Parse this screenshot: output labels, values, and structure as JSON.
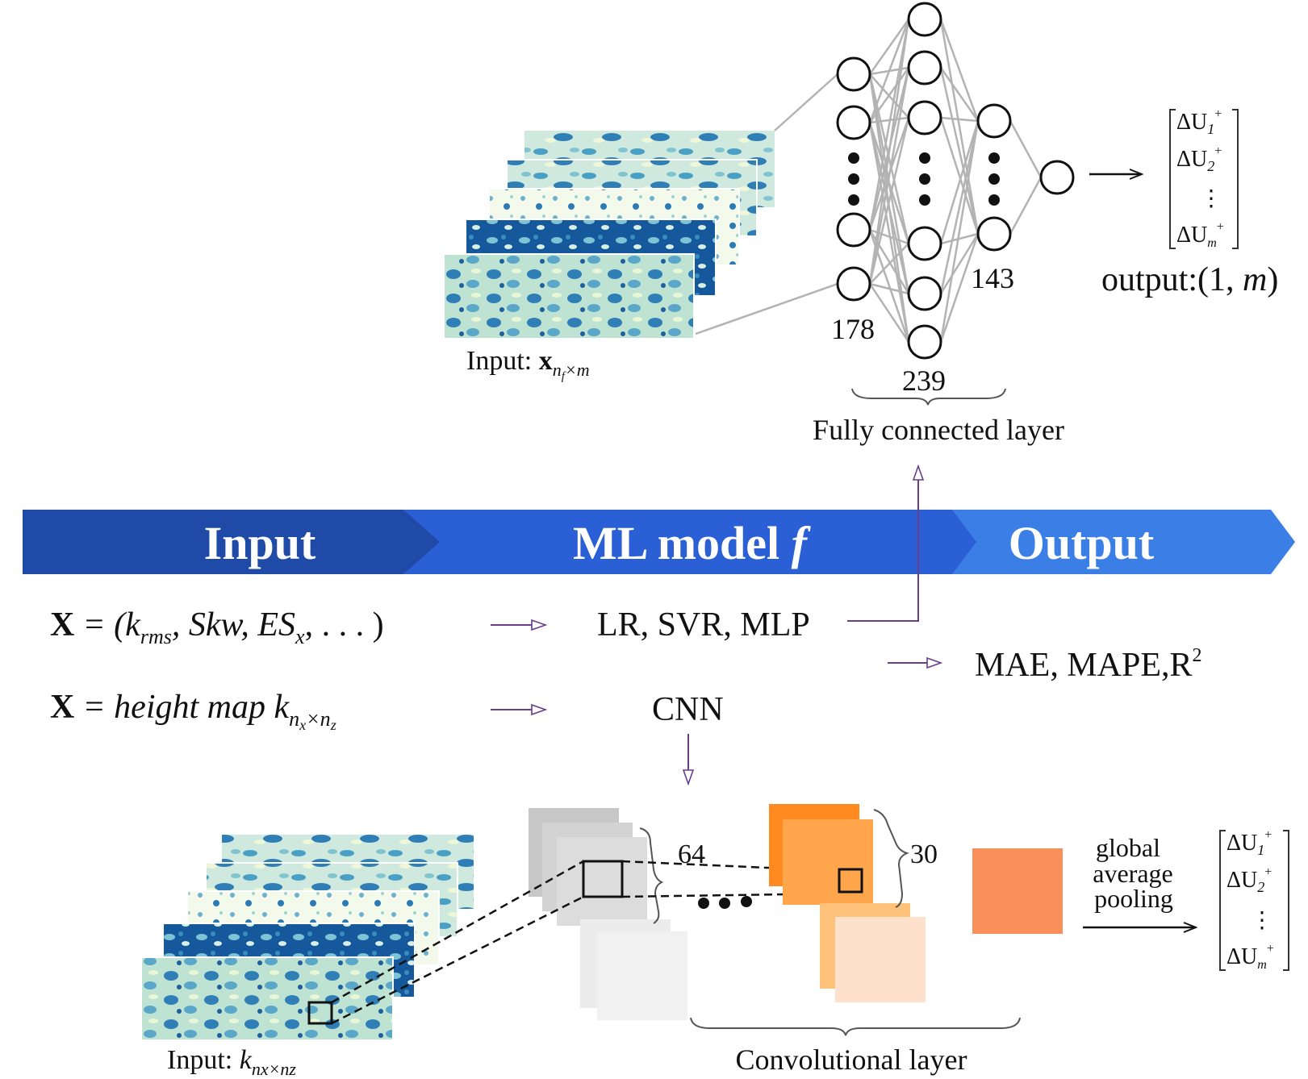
{
  "fc_section": {
    "input_label_prefix": "Input: ",
    "input_label_symbol": "x",
    "input_label_subscript": "n",
    "input_label_subscript2": "f",
    "input_label_subscript3": "×m",
    "layer_counts": [
      "178",
      "239",
      "143"
    ],
    "brace_label": "Fully connected layer",
    "output_vector": [
      "ΔU",
      "ΔU",
      "⋮",
      "ΔU"
    ],
    "output_vector_subs": [
      "1",
      "2",
      "",
      "m"
    ],
    "output_label_prefix": "output:(1, ",
    "output_label_m": "m",
    "output_label_suffix": ")"
  },
  "banner": {
    "input": "Input",
    "model": "ML model ",
    "model_f": "f",
    "output": "Output",
    "colors": {
      "dark": "#1f4fad",
      "mid": "#2b63d9",
      "light": "#3b7ee6"
    }
  },
  "rows": {
    "row1_X": "X",
    "row1_expr": "= (k",
    "row1_sub": "rms",
    "row1_rest": ", Skw, ES",
    "row1_sub2": "x",
    "row1_end": ", . . . )",
    "row1_model": "LR, SVR, MLP",
    "row2_X": "X",
    "row2_expr": "= height map k",
    "row2_sub": "n",
    "row2_sub_x": "x",
    "row2_sub_times": "×n",
    "row2_sub_z": "z",
    "row2_model": "CNN",
    "metrics": "MAE, MAPE,R",
    "metrics_sup": "2"
  },
  "cnn_section": {
    "count_64": "64",
    "count_30": "30",
    "gap_label_lines": [
      "global",
      "average",
      "pooling"
    ],
    "brace_label": "Convolutional layer",
    "input_label_prefix": "Input: ",
    "input_label_k": "k",
    "input_label_sub": "nx×nz",
    "output_vector": [
      "ΔU",
      "ΔU",
      "⋮",
      "ΔU"
    ],
    "output_vector_subs": [
      "1",
      "2",
      "",
      "m"
    ]
  }
}
